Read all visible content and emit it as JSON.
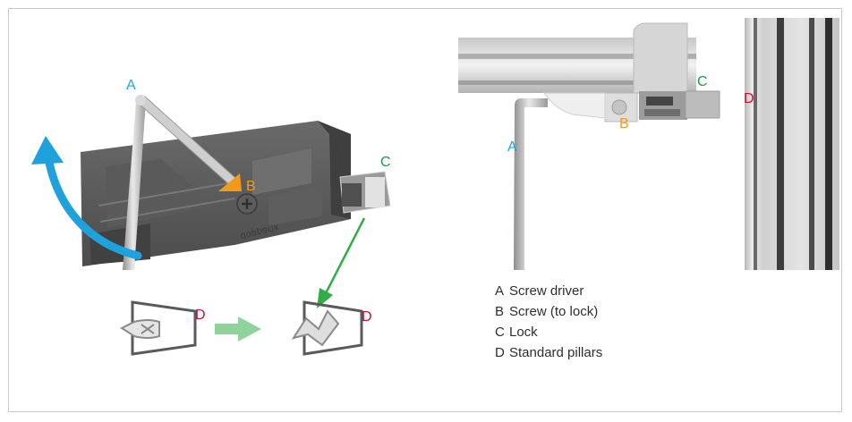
{
  "colors": {
    "A": "#1fa6d9",
    "B": "#f39a1e",
    "C": "#1a9b45",
    "D": "#c3122f",
    "rotate_arrow": "#1ea1dc",
    "move_arrow": "#31ad48",
    "step_arrow": "#8fd39b"
  },
  "left_view": {
    "label_a": "A",
    "label_b": "B",
    "label_c": "C",
    "label_d1": "D",
    "label_d2": "D",
    "engraving": "dopparix"
  },
  "right_view": {
    "label_a": "A",
    "label_b": "B",
    "label_c": "C",
    "label_d": "D"
  },
  "legend": [
    {
      "key": "A",
      "text": "Screw driver"
    },
    {
      "key": "B",
      "text": "Screw (to lock)"
    },
    {
      "key": "C",
      "text": "Lock"
    },
    {
      "key": "D",
      "text": "Standard pillars"
    }
  ]
}
